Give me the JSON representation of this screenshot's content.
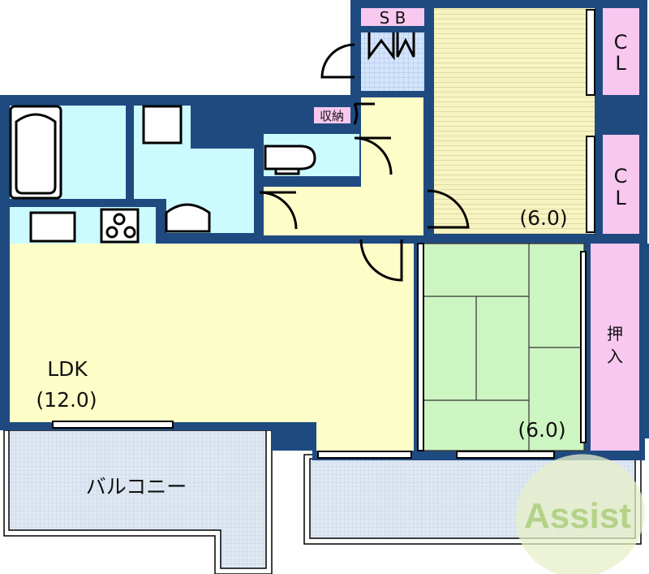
{
  "labels": {
    "shoe_box": "S B",
    "closet_1": "C\nL",
    "closet_1_top": "C",
    "closet_1_bottom": "L",
    "closet_2_top": "C",
    "closet_2_bottom": "L",
    "storage": "収納",
    "western_room_size": "(6.0)",
    "oshiire_top": "押",
    "oshiire_bottom": "入",
    "ldk": "LDK",
    "ldk_size": "(12.0)",
    "japanese_room_size": "(6.0)",
    "balcony": "バルコニー"
  },
  "logo": {
    "text": "Assist"
  },
  "colors": {
    "wall": "#1f4a80",
    "ldk_floor": "#fdfdc8",
    "wet_area": "#ccfbff",
    "western_room": "#f7f3bd",
    "closet": "#f8c8f0",
    "tatami": "#cdf5c2",
    "balcony": "#dfe8f3",
    "logo": "#b9d77a"
  }
}
